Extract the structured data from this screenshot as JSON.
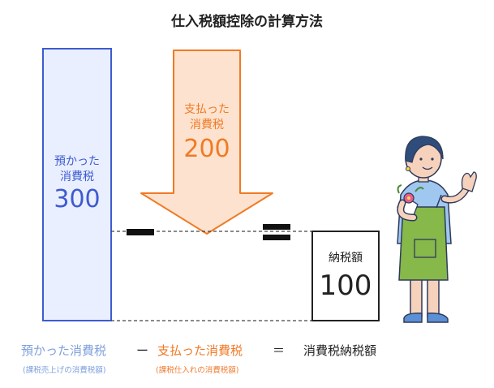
{
  "title": "仕入税額控除の計算方法",
  "received_tax": {
    "label_line1": "預かった",
    "label_line2": "消費税",
    "value": "300"
  },
  "paid_tax": {
    "label_line1": "支払った",
    "label_line2": "消費税",
    "value": "200"
  },
  "net_tax": {
    "label": "納税額",
    "value": "100"
  },
  "formula": {
    "term1": "預かった消費税",
    "term1_sub": "(課税売上げの消費税額)",
    "op1": "ー",
    "term2": "支払った消費税",
    "term2_sub": "(課税仕入れの消費税額)",
    "op2": "＝",
    "result": "消費税納税額"
  },
  "colors": {
    "blue": "#3d5bd0",
    "blue_fill": "#e9efff",
    "orange": "#f07a24",
    "orange_fill": "#fde3cf",
    "dark": "#222222"
  }
}
